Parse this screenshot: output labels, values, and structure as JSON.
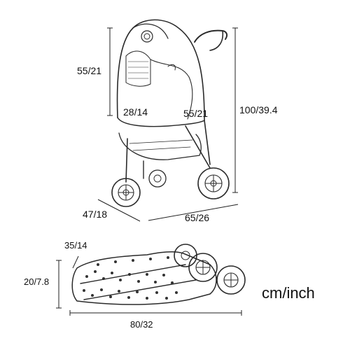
{
  "unit_label": "cm/inch",
  "unfolded": {
    "canopy_height": "55/21",
    "seat_depth": "28/14",
    "seat_height": "55/21",
    "total_height": "100/39.4",
    "width": "47/18",
    "length": "65/26"
  },
  "folded": {
    "thickness_top": "35/14",
    "height": "20/7.8",
    "length": "80/32"
  },
  "colors": {
    "line": "#222222",
    "background": "#ffffff"
  }
}
